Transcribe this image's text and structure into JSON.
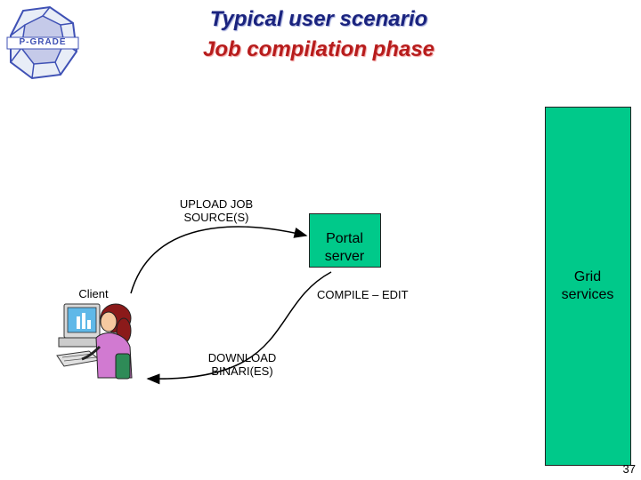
{
  "header": {
    "title_line1": "Typical user scenario",
    "title_line2": "Job compilation phase",
    "logo_text": "P-GRADE"
  },
  "diagram": {
    "upload_label_line1": "UPLOAD JOB",
    "upload_label_line2": "SOURCE(S)",
    "portal_line1": "Portal",
    "portal_line2": "server",
    "client_label": "Client",
    "compile_label": "COMPILE – EDIT",
    "grid_line1": "Grid",
    "grid_line2": "services",
    "download_label_line1": "DOWNLOAD",
    "download_label_line2": "BINARI(ES)"
  },
  "footer": {
    "page_number": "37"
  },
  "colors": {
    "box_fill": "#00c98a",
    "title_blue": "#1a237e",
    "title_red": "#b71c1c"
  }
}
